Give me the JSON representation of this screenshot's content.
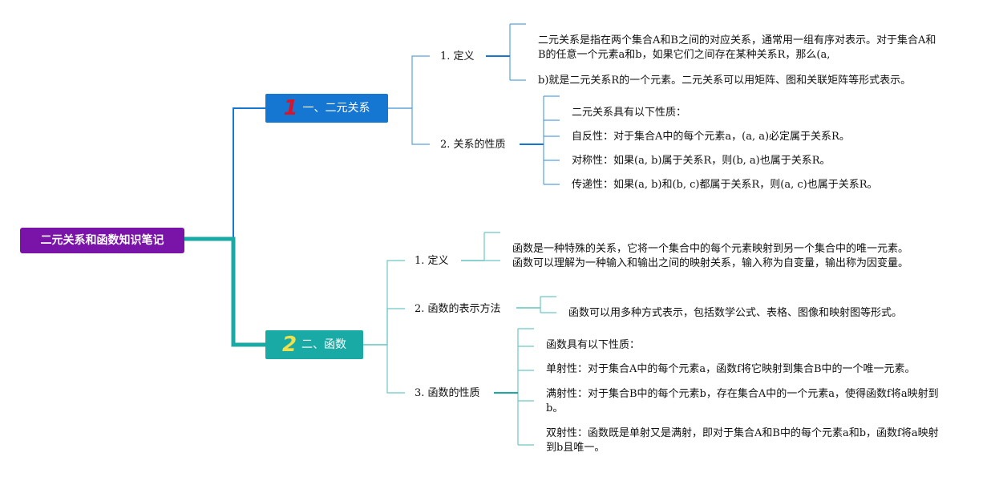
{
  "root": {
    "title": "二元关系和函数知识笔记"
  },
  "branches": [
    {
      "number": "1",
      "label": "一、二元关系",
      "children": [
        {
          "label": "1. 定义",
          "leaves": [
            "二元关系是指在两个集合A和B之间的对应关系，通常用一组有序对表示。对于集合A和B的任意一个元素a和b，如果它们之间存在某种关系R，那么(a,",
            "b)就是二元关系R的一个元素。二元关系可以用矩阵、图和关联矩阵等形式表示。"
          ]
        },
        {
          "label": "2. 关系的性质",
          "leaves": [
            "二元关系具有以下性质：",
            "自反性：对于集合A中的每个元素a，(a, a)必定属于关系R。",
            "对称性：如果(a, b)属于关系R，则(b, a)也属于关系R。",
            "传递性：如果(a, b)和(b, c)都属于关系R，则(a, c)也属于关系R。"
          ]
        }
      ]
    },
    {
      "number": "2",
      "label": "二、函数",
      "children": [
        {
          "label": "1. 定义",
          "leaves": [
            "函数是一种特殊的关系，它将一个集合中的每个元素映射到另一个集合中的唯一元素。函数可以理解为一种输入和输出之间的映射关系，输入称为自变量，输出称为因变量。"
          ]
        },
        {
          "label": "2. 函数的表示方法",
          "leaves": [
            "函数可以用多种方式表示，包括数学公式、表格、图像和映射图等形式。"
          ]
        },
        {
          "label": "3. 函数的性质",
          "leaves": [
            "函数具有以下性质：",
            "单射性：对于集合A中的每个元素a，函数f将它映射到集合B中的一个唯一元素。",
            "满射性：对于集合B中的每个元素b，存在集合A中的一个元素a，使得函数f将a映射到b。",
            "双射性：函数既是单射又是满射，即对于集合A和B中的每个元素a和b，函数f将a映射到b且唯一。"
          ]
        }
      ]
    }
  ],
  "colors": {
    "root": "#7a14a8",
    "branch1": "#1677d2",
    "branch2": "#19aaa6",
    "line1": "#1677d2",
    "line2": "#19aaa6"
  }
}
